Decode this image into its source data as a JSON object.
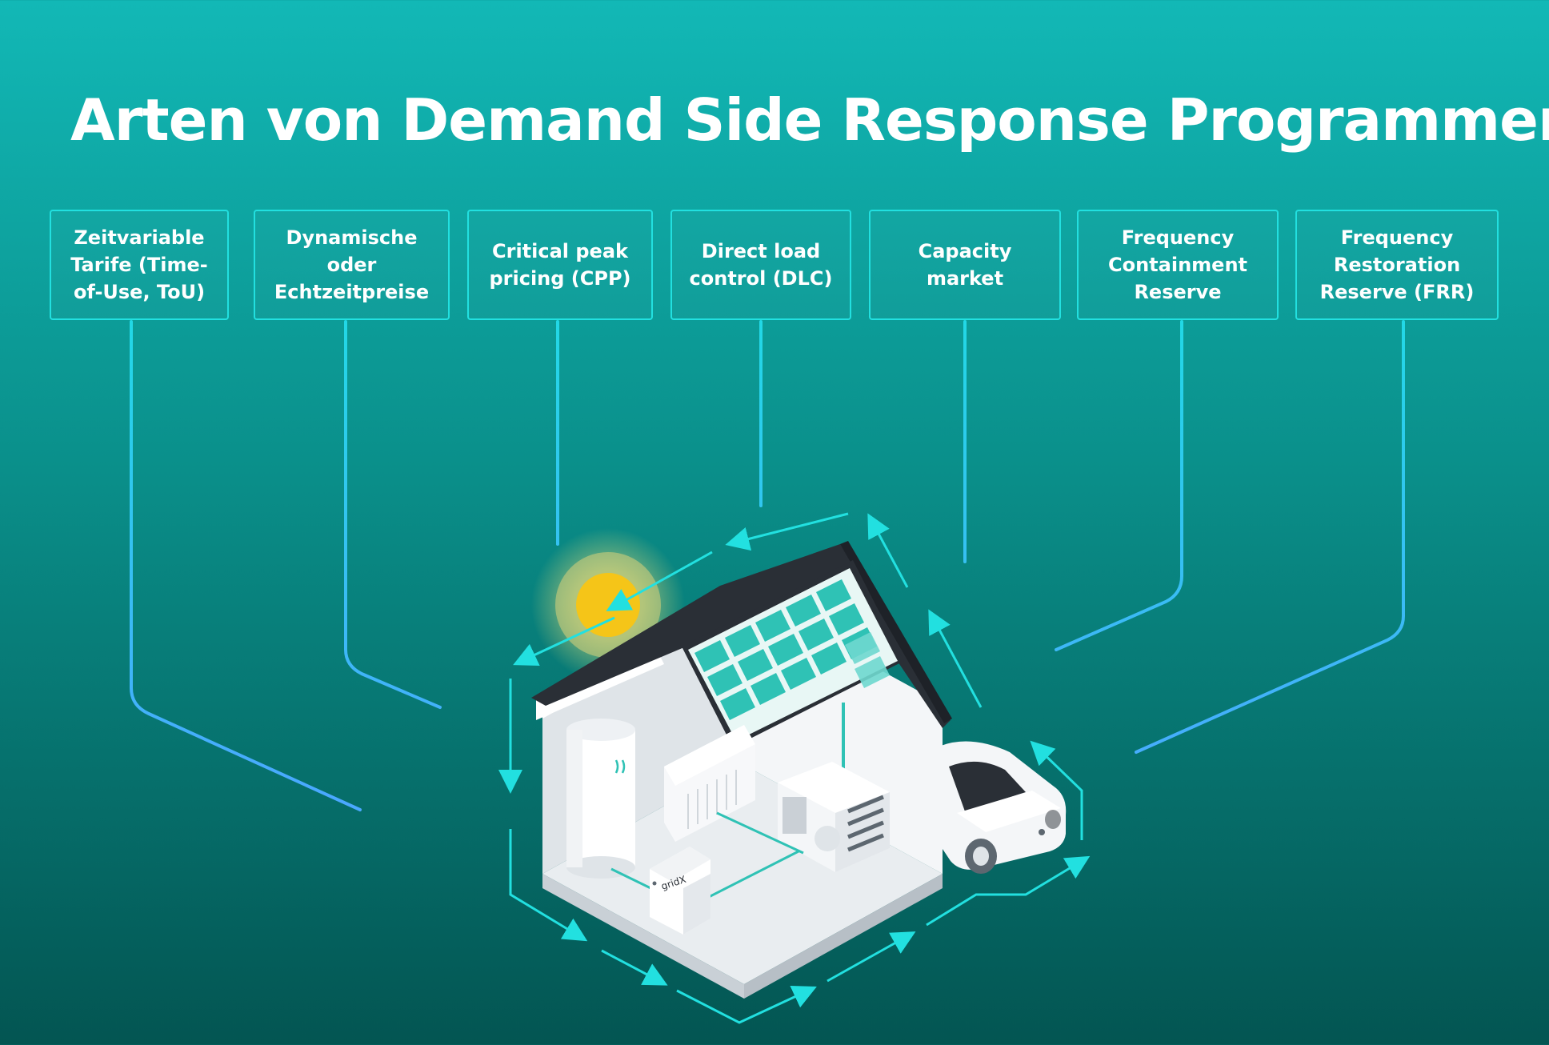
{
  "title": "Arten von Demand Side Response Programmen",
  "programs": [
    {
      "label": "Zeitvariable Tarife (Time-of-Use, ToU)"
    },
    {
      "label": "Dynamische oder Echtzeitpreise"
    },
    {
      "label": "Critical peak pricing (CPP)"
    },
    {
      "label": "Direct load control (DLC)"
    },
    {
      "label": "Capacity market"
    },
    {
      "label": "Frequency Containment Reserve"
    },
    {
      "label": "Frequency Restoration Reserve (FRR)"
    }
  ],
  "device_brand": "gridX",
  "colors": {
    "accent": "#22e0e0",
    "line_top": "#22d8e6",
    "line_bottom": "#4aa8ff",
    "sun": "#f5c518",
    "roof": "#2a2f36",
    "panel": "#2fc2b5"
  }
}
